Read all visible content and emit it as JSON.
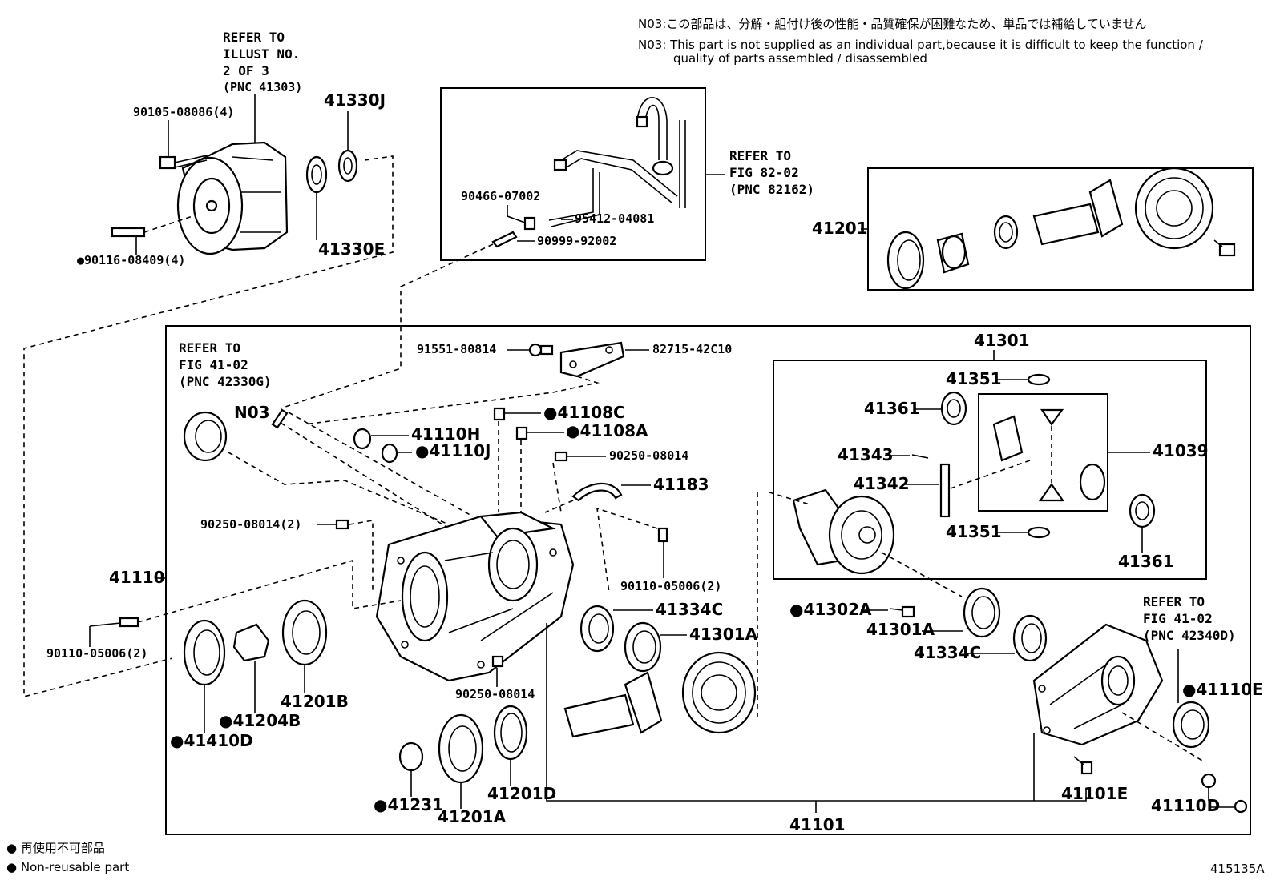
{
  "notes": {
    "n03_jp": "N03:この部品は、分解・組付け後の性能・品質確保が困難なため、単品では補給していません",
    "n03_en_1": "N03: This part is not supplied as an individual part,because it is difficult to keep the function /",
    "n03_en_2": "quality of parts assembled / disassembled"
  },
  "references": {
    "ref_illust_1": "REFER TO",
    "ref_illust_2": "ILLUST NO.",
    "ref_illust_3": "2 OF 3",
    "ref_illust_4": "(PNC 41303)",
    "ref_fig82_1": "REFER TO",
    "ref_fig82_2": "FIG 82-02",
    "ref_fig82_3": "(PNC 82162)",
    "ref_fig41a_1": "REFER TO",
    "ref_fig41a_2": "FIG 41-02",
    "ref_fig41a_3": "(PNC 42330G)",
    "ref_fig41b_1": "REFER TO",
    "ref_fig41b_2": "FIG 41-02",
    "ref_fig41b_3": "(PNC 42340D)"
  },
  "labels": {
    "p90105": "90105-08086(4)",
    "p41330J": "41330J",
    "p41330E": "41330E",
    "p90116": "●90116-08409(4)",
    "p90466": "90466-07002",
    "p95412": "95412-04081",
    "p90999": "90999-92002",
    "p41201": "41201",
    "p91551": "91551-80814",
    "p82715": "82715-42C10",
    "pN03": "N03",
    "p41108C": "●41108C",
    "p41108A": "●41108A",
    "p41110H": "41110H",
    "p41110J": "●41110J",
    "p90250a": "90250-08014",
    "p41183": "41183",
    "p90250b": "90250-08014(2)",
    "p90110a": "90110-05006(2)",
    "p41110": "41110",
    "p90110b": "90110-05006(2)",
    "p41334Ca": "41334C",
    "p41301Aa": "41301A",
    "p41201B": "41201B",
    "p41204B": "●41204B",
    "p41410D": "●41410D",
    "p90250c": "90250-08014",
    "p41231": "●41231",
    "p41201A": "41201A",
    "p41201D": "41201D",
    "p41101": "41101",
    "p41301": "41301",
    "p41351a": "41351",
    "p41361a": "41361",
    "p41343": "41343",
    "p41342": "41342",
    "p41039": "41039",
    "p41351b": "41351",
    "p41361b": "41361",
    "p41302A": "●41302A",
    "p41301Ab": "41301A",
    "p41334Cb": "41334C",
    "p41110E": "●41110E",
    "p41101E": "41101E",
    "p41110D": "41110D"
  },
  "legend": {
    "jp": "● 再使用不可部品",
    "en": "● Non-reusable part"
  },
  "figure_id": "415135A"
}
